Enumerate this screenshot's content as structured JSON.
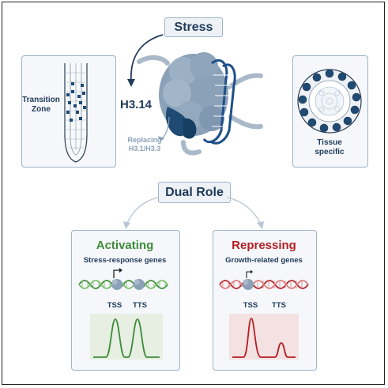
{
  "header": {
    "stress_label": "Stress"
  },
  "center": {
    "variant_label": "H3.14",
    "replacing_line1": "Replacing",
    "replacing_line2": "H3.1/H3.3"
  },
  "left_panel": {
    "label_line1": "Transition",
    "label_line2": "Zone"
  },
  "right_panel": {
    "label_line1": "Tissue",
    "label_line2": "specific"
  },
  "dual_role": {
    "label": "Dual Role"
  },
  "activating": {
    "title": "Activating",
    "subtitle": "Stress-response genes",
    "tss": "TSS",
    "tts": "TTS",
    "color": "#3e8b3a"
  },
  "repressing": {
    "title": "Repressing",
    "subtitle": "Growth-related genes",
    "tss": "TSS",
    "tts": "TTS",
    "color": "#b21f23"
  },
  "colors": {
    "navy": "#1f3a5a",
    "histone": "#1e4a73",
    "nucleosome": "#8aa1b8",
    "dna_blue": "#1e4f8a"
  },
  "icons": [
    "curved-arrow-icon",
    "nucleosome-icon",
    "root-tip-icon",
    "tissue-cross-section-icon",
    "dna-strand-icon",
    "tss-flag-icon",
    "signal-peak-icon"
  ]
}
